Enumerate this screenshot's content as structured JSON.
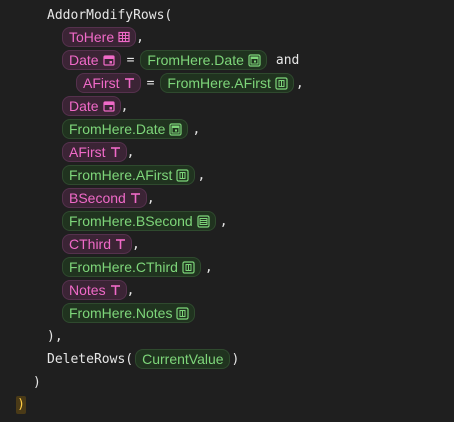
{
  "code": {
    "fn_addormodify": "AddorModifyRows(",
    "fn_deleterows": "DeleteRows(",
    "comma": ",",
    "equals": "=",
    "and": "and",
    "close_paren_comma": "),",
    "close_paren": ")",
    "outer_close": ")",
    "brace": ")"
  },
  "tokens": {
    "tohere": "ToHere",
    "date": "Date",
    "fromhere_date": "FromHere.Date",
    "afirst": "AFirst",
    "fromhere_afirst": "FromHere.AFirst",
    "bsecond": "BSecond",
    "fromhere_bsecond": "FromHere.BSecond",
    "cthird": "CThird",
    "fromhere_cthird": "FromHere.CThird",
    "notes": "Notes",
    "fromhere_notes": "FromHere.Notes",
    "currentvalue": "CurrentValue"
  },
  "colors": {
    "background": "#1f1f1f",
    "code_text": "#e6e6e6",
    "pink_token": "#f06ac8",
    "green_token": "#7ed67a",
    "brace_highlight": "#ffcc44"
  },
  "icons": {
    "table": "table-icon",
    "date": "calendar-icon",
    "text": "text-type-icon",
    "column": "column-icon"
  }
}
